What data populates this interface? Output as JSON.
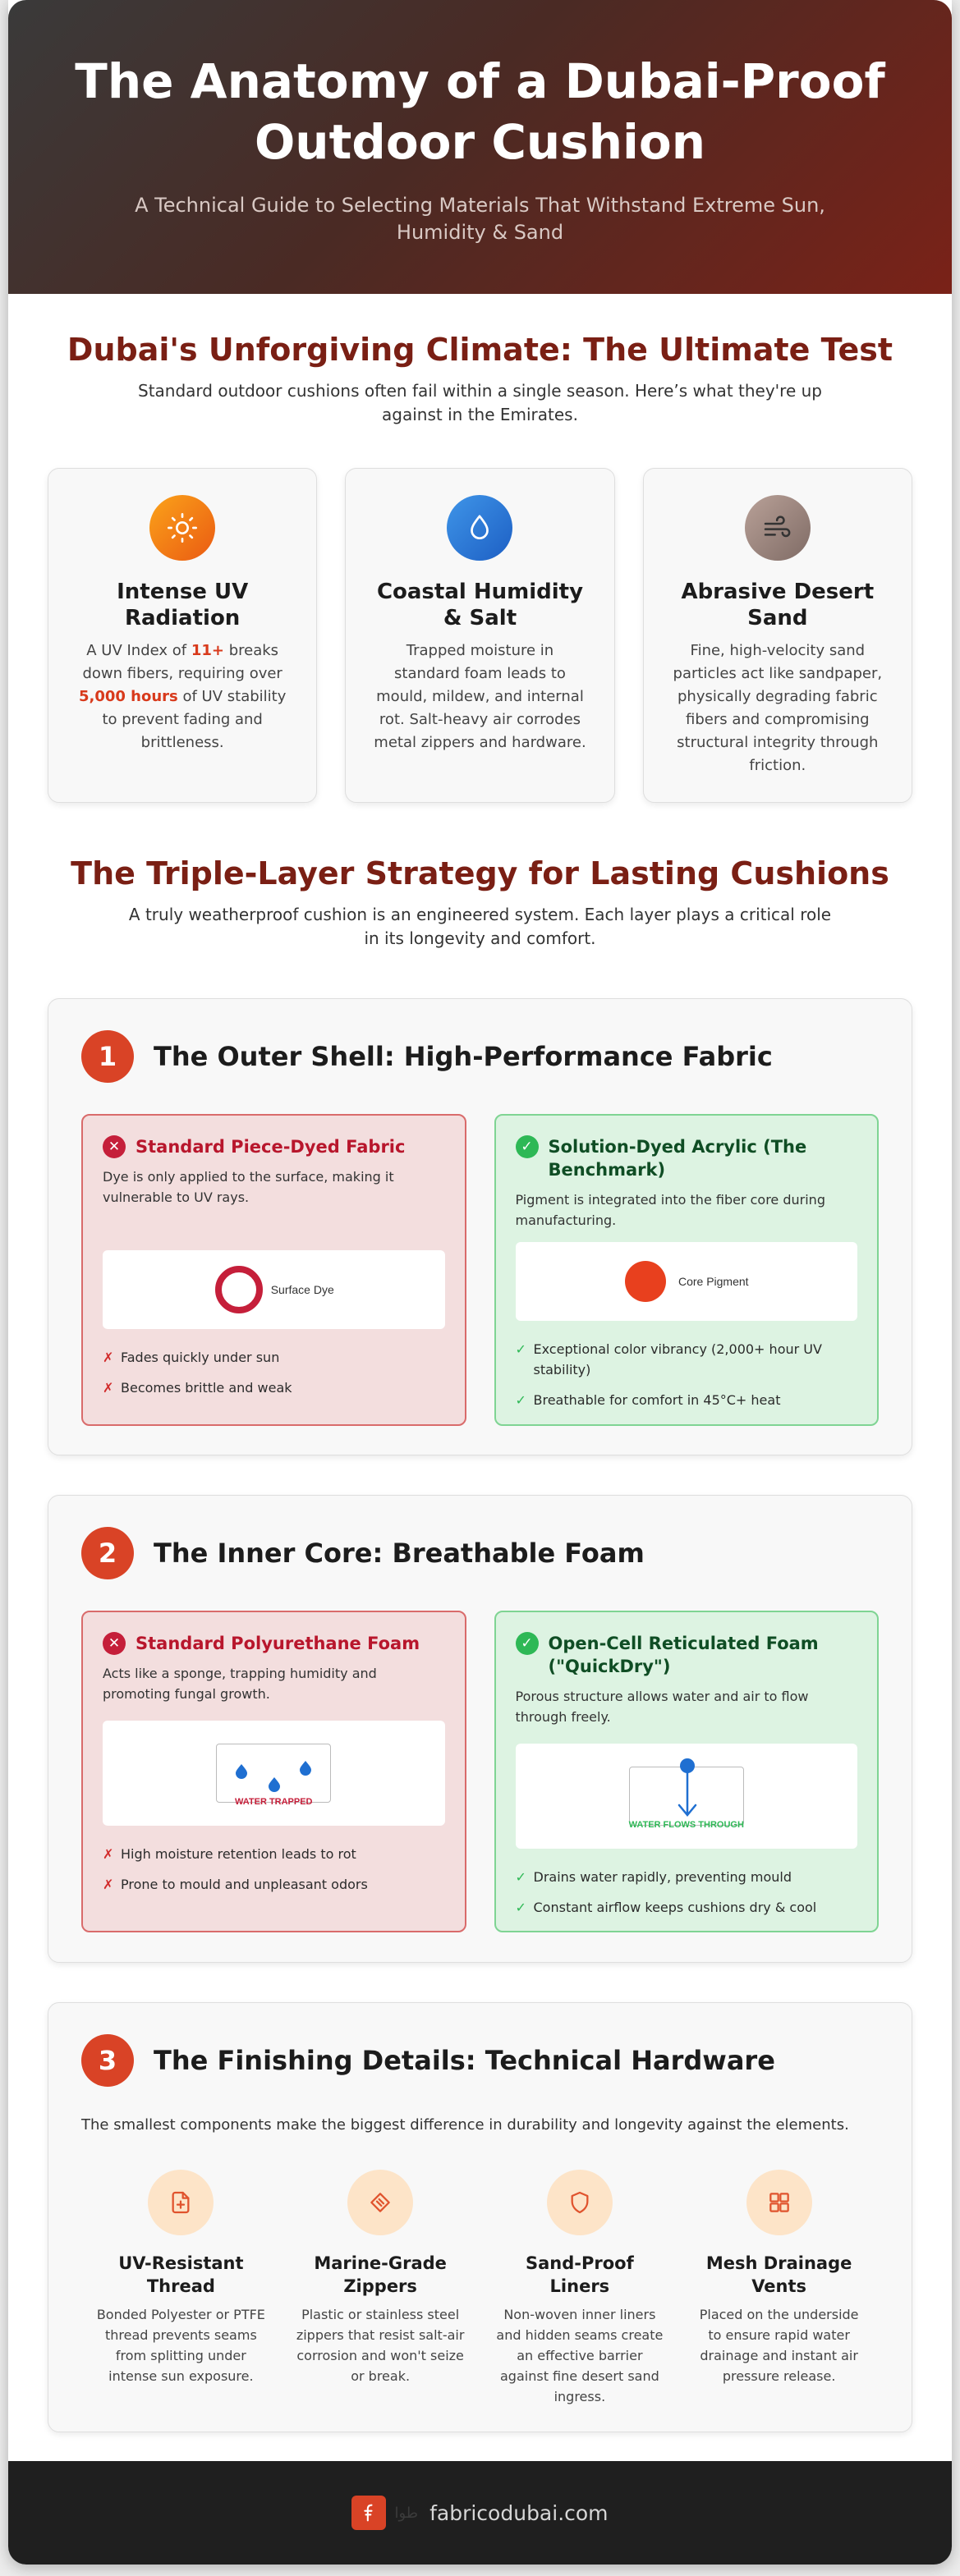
{
  "hero": {
    "title": "The Anatomy of a Dubai-Proof Outdoor Cushion",
    "subtitle": "A Technical Guide to Selecting Materials That Withstand Extreme Sun, Humidity & Sand"
  },
  "climate": {
    "title": "Dubai's Unforgiving Climate: The Ultimate Test",
    "subtitle": "Standard outdoor cushions often fail within a single season. Here’s what they're up against in the Emirates.",
    "cards": [
      {
        "icon": "sun-icon",
        "title": "Intense UV Radiation",
        "text_a": "A UV Index of ",
        "hl1": "11+",
        "text_b": " breaks down fibers, requiring over ",
        "hl2": "5,000 hours",
        "text_c": " of UV stability to prevent fading and brittleness."
      },
      {
        "icon": "water-drop-icon",
        "title": "Coastal Humidity & Salt",
        "text": "Trapped moisture in standard foam leads to mould, mildew, and internal rot. Salt-heavy air corrodes metal zippers and hardware."
      },
      {
        "icon": "wind-icon",
        "title": "Abrasive Desert Sand",
        "text": "Fine, high-velocity sand particles act like sandpaper, physically degrading fabric fibers and compromising structural integrity through friction."
      }
    ]
  },
  "strategy": {
    "title": "The Triple-Layer Strategy for Lasting Cushions",
    "subtitle": "A truly weatherproof cushion is an engineered system. Each layer plays a critical role in its longevity and comfort."
  },
  "layers": [
    {
      "num": "1",
      "title": "The Outer Shell: High-Performance Fabric",
      "bad": {
        "title": "Standard Piece-Dyed Fabric",
        "desc": "Dye is only applied to the surface, making it vulnerable to UV rays.",
        "visual_label": "Surface Dye",
        "bullets": [
          "Fades quickly under sun",
          "Becomes brittle and weak"
        ]
      },
      "good": {
        "title": "Solution-Dyed Acrylic (The Benchmark)",
        "desc": "Pigment is integrated into the fiber core during manufacturing.",
        "visual_label": "Core Pigment",
        "bullets": [
          "Exceptional color vibrancy (2,000+ hour UV stability)",
          "Breathable for comfort in 45°C+ heat"
        ]
      }
    },
    {
      "num": "2",
      "title": "The Inner Core: Breathable Foam",
      "bad": {
        "title": "Standard Polyurethane Foam",
        "desc": "Acts like a sponge, trapping humidity and promoting fungal growth.",
        "visual_label": "WATER TRAPPED",
        "bullets": [
          "High moisture retention leads to rot",
          "Prone to mould and unpleasant odors"
        ]
      },
      "good": {
        "title": "Open-Cell Reticulated Foam (\"QuickDry\")",
        "desc": "Porous structure allows water and air to flow through freely.",
        "visual_label": "WATER FLOWS THROUGH",
        "bullets": [
          "Drains water rapidly, preventing mould",
          "Constant airflow keeps cushions dry & cool"
        ]
      }
    }
  ],
  "hardware": {
    "num": "3",
    "title": "The Finishing Details: Technical Hardware",
    "subtitle": "The smallest components make the biggest difference in durability and longevity against the elements.",
    "items": [
      {
        "icon": "document-plus-icon",
        "title": "UV-Resistant Thread",
        "text": "Bonded Polyester or PTFE thread prevents seams from splitting under intense sun exposure."
      },
      {
        "icon": "zipper-icon",
        "title": "Marine-Grade Zippers",
        "text": "Plastic or stainless steel zippers that resist salt-air corrosion and won't seize or break."
      },
      {
        "icon": "shield-icon",
        "title": "Sand-Proof Liners",
        "text": "Non-woven inner liners and hidden seams create an effective barrier against fine desert sand ingress."
      },
      {
        "icon": "grid-icon",
        "title": "Mesh Drainage Vents",
        "text": "Placed on the underside to ensure rapid water drainage and instant air pressure release."
      }
    ]
  },
  "footer": {
    "site": "fabricodubai.com",
    "ghost": "طوا"
  },
  "colors": {
    "accent": "#d94326",
    "heading": "#7a1f14",
    "bad_bg": "#f3dede",
    "good_bg": "#ddf3e2"
  }
}
